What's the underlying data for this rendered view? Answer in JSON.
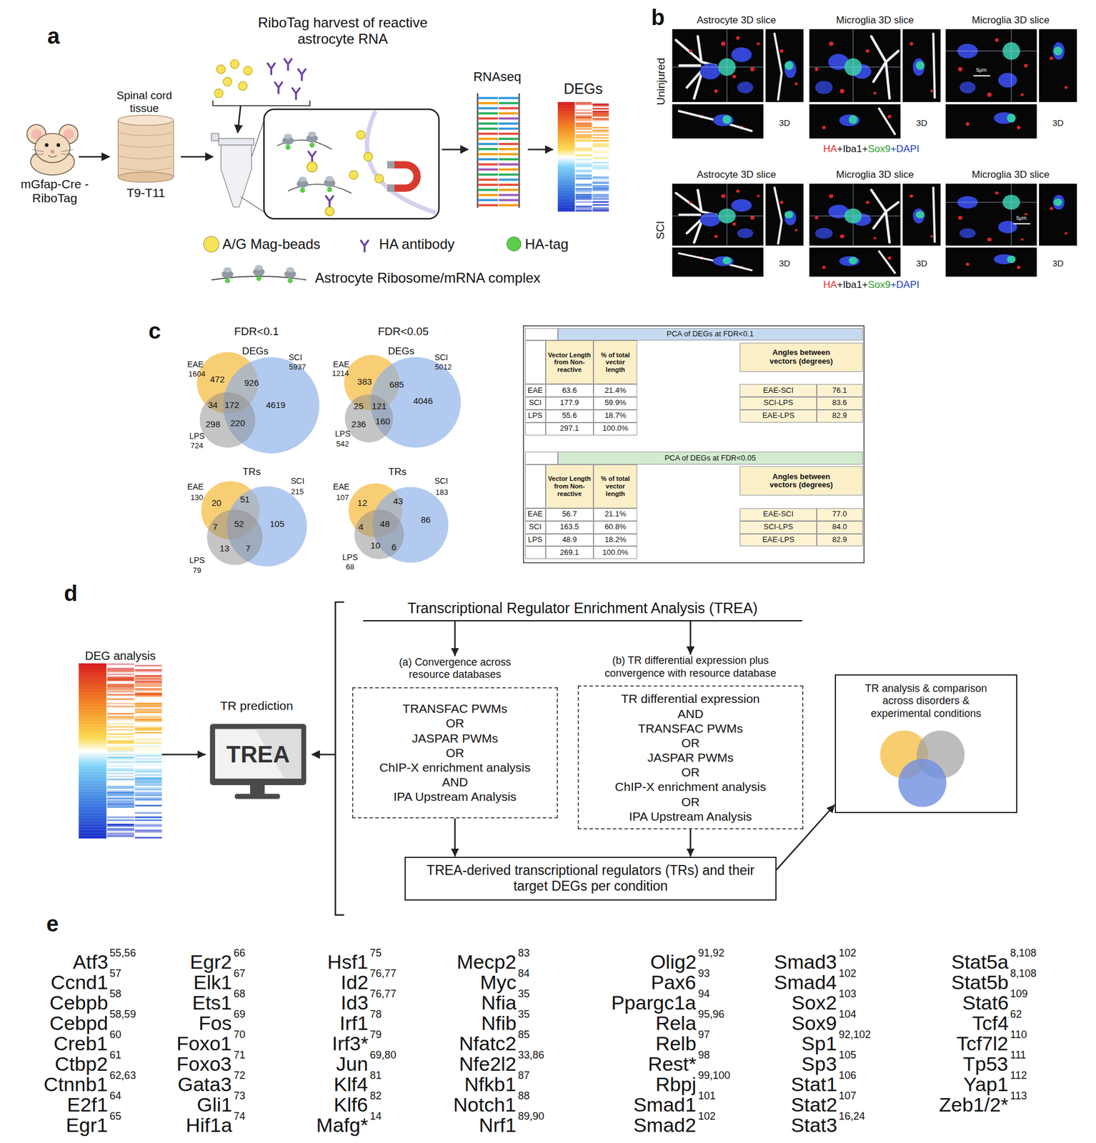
{
  "diagram": {
    "nodes": [
      {
        "text": [
          "DEG analysis"
        ]
      },
      {
        "text": [
          "TR prediction",
          "TREA"
        ]
      },
      {
        "text": [
          "Transcriptional Regulator Enrichment Analysis (TREA)"
        ]
      },
      {
        "text": [
          "(a) Convergence across resource databases",
          "TRANSFAC PWMs",
          "OR",
          "JASPAR PWMs",
          "OR",
          "ChIP-X enrichment analysis",
          "AND",
          "IPA Upstream Analysis"
        ]
      },
      {
        "text": [
          "(b) TR differential expression plus convergence with resource database",
          "TR differential expression",
          "AND",
          "TRANSFAC PWMs",
          "OR",
          "JASPAR PWMs",
          "OR",
          "ChIP-X enrichment analysis",
          "OR",
          "IPA Upstream Analysis"
        ]
      },
      {
        "text": [
          "TREA-derived transcriptional regulators (TRs) and their target DEGs per condition"
        ]
      },
      {
        "text": [
          "TR analysis & comparison across disorders & experimental conditions"
        ]
      }
    ],
    "edges": [
      {
        "from": 0,
        "to": 1,
        "arrow": "to"
      },
      {
        "from": 2,
        "to": 3,
        "arrow": "to"
      },
      {
        "from": 2,
        "to": 4,
        "arrow": "to"
      },
      {
        "from": 3,
        "to": 5,
        "arrow": "to"
      },
      {
        "from": 4,
        "to": 5,
        "arrow": "to"
      },
      {
        "from": 5,
        "to": 6,
        "arrow": "to"
      }
    ],
    "labels": [
      "a",
      "RiboTag harvest of reactive astrocyte RNA",
      "Spinal cord tissue",
      "mGfap-Cre -RiboTag",
      "T9-T11",
      "RNAseq",
      "DEGs",
      "b",
      "Uninjured",
      "Astrocyte 3D slice",
      "Microglia 3D slice",
      "Microglia 3D slice",
      "3D",
      "3D",
      "3D",
      "5μm",
      "HA",
      "+Iba1+",
      "Sox9",
      "+DAPI",
      "SCI",
      "Astrocyte 3D slice",
      "Microglia 3D slice",
      "Microglia 3D slice",
      "3D",
      "3D",
      "3D",
      "5μm",
      "HA",
      "+Iba1+",
      "Sox9",
      "+DAPI",
      "c",
      "FDR<0.1",
      "FDR<0.05",
      "DEGs",
      "EAE",
      "1604",
      "SCI",
      "5937",
      "472",
      "926",
      "34",
      "172",
      "4619",
      "298",
      "220",
      "LPS",
      "724",
      "DEGs",
      "EAE",
      "1214",
      "SCI",
      "5012",
      "383",
      "685",
      "25",
      "121",
      "4046",
      "236",
      "160",
      "LPS",
      "542",
      "TRs",
      "EAE",
      "130",
      "SCI",
      "215",
      "20",
      "51",
      "7",
      "52",
      "105",
      "13",
      "7",
      "LPS",
      "79",
      "TRs",
      "EAE",
      "107",
      "SCI",
      "183",
      "12",
      "43",
      "4",
      "48",
      "86",
      "10",
      "6",
      "LPS",
      "68",
      "PCA of DEGs at FDR<0.1",
      "Vector Length from Non-reactive",
      "% of total vector length",
      "Angles between vectors (degrees)",
      "EAE",
      "63.6",
      "21.4%",
      "EAE-SCI",
      "76.1",
      "SCI",
      "177.9",
      "59.9%",
      "SCI-LPS",
      "83.6",
      "LPS",
      "55.6",
      "18.7%",
      "EAE-LPS",
      "82.9",
      "297.1",
      "100.0%",
      "PCA of DEGs at FDR<0.05",
      "Vector Length from Non-reactive",
      "% of total vector length",
      "Angles between vectors (degrees)",
      "EAE",
      "56.7",
      "21.1%",
      "EAE-SCI",
      "77.0",
      "SCI",
      "163.5",
      "60.8%",
      "SCI-LPS",
      "84.0",
      "LPS",
      "48.9",
      "18.2%",
      "EAE-LPS",
      "82.9",
      "269.1",
      "100.0%",
      "d",
      "e",
      "Atf3",
      "55,56",
      "Ccnd1",
      "57",
      "Cebpb",
      "58",
      "Cebpd",
      "58,59",
      "Creb1",
      "60",
      "Ctbp2",
      "61",
      "Ctnnb1",
      "62,63",
      "E2f1",
      "64",
      "Egr1",
      "65",
      "Egr2",
      "66",
      "Elk1",
      "67",
      "Ets1",
      "68",
      "Fos",
      "69",
      "Foxo1",
      "70",
      "Foxo3",
      "71",
      "Gata3",
      "72",
      "Gli1",
      "73",
      "Hif1a",
      "74",
      "Hsf1",
      "75",
      "Id2",
      "76,77",
      "Id3",
      "76,77",
      "Irf1",
      "78",
      "Irf3*",
      "79",
      "Jun",
      "69,80",
      "Klf4",
      "81",
      "Klf6",
      "82",
      "Mafg*",
      "14",
      "Mecp2",
      "83",
      "Myc",
      "84",
      "Nfia",
      "35",
      "Nfib",
      "35",
      "Nfatc2",
      "85",
      "Nfe2l2",
      "33,86",
      "Nfkb1",
      "87",
      "Notch1",
      "88",
      "Nrf1",
      "89,90",
      "Olig2",
      "91,92",
      "Pax6",
      "93",
      "Ppargc1a",
      "94",
      "Rela",
      "95,96",
      "Relb",
      "97",
      "Rest*",
      "98",
      "Rbpj",
      "99,100",
      "Smad1",
      "101",
      "Smad2",
      "102",
      "Smad3",
      "102",
      "Smad4",
      "102",
      "Sox2",
      "103",
      "Sox9",
      "104",
      "Sp1",
      "92,102",
      "Sp3",
      "105",
      "Stat1",
      "106",
      "Stat2",
      "107",
      "Stat3",
      "16,24",
      "Stat5a",
      "8,108",
      "Stat5b",
      "8,108",
      "Stat6",
      "109",
      "Tcf4",
      "62",
      "Tcf7l2",
      "110",
      "Tp53",
      "111",
      "Yap1",
      "112",
      "Zeb1/2*",
      "113"
    ],
    "legend": [
      {
        "text": "A/G Mag-beads",
        "color": "#f7e35a"
      },
      {
        "text": "HA antibody"
      },
      {
        "text": "HA-tag",
        "color": "#5ccf4a"
      },
      {
        "text": "Astrocyte Ribosome/mRNA complex"
      }
    ]
  }
}
